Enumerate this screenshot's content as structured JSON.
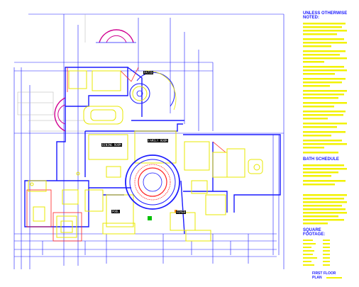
{
  "notes": {
    "heading_line1": "UNLESS OTHERWISE",
    "heading_line2": "NOTED:",
    "bath_schedule_heading": "BATH SCHEDULE",
    "square_footage_line1": "SQUARE",
    "square_footage_line2": "FOOTAGE:"
  },
  "title_block": {
    "line1": "FIRST FLOOR",
    "line2": "PLAN"
  },
  "room_labels": {
    "family_room": "FAMILY ROOM",
    "dining_room": "DINING ROOM",
    "patio": "PATIO",
    "foyer": "FOYER",
    "pool": "POOL"
  },
  "colors": {
    "walls": "#1a1aff",
    "notes_text": "#f2f200",
    "fixtures": "#ffff00",
    "stairs_accent": "#d00090",
    "red_lines": "#ff2020",
    "grey": "#b0b0b0"
  }
}
